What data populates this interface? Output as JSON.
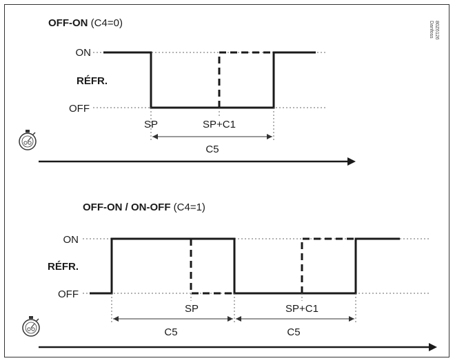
{
  "brand": {
    "name": "Danfoss",
    "code": "80Z6126"
  },
  "panel1": {
    "title_bold": "OFF-ON",
    "title_rest": " (C4=0)",
    "level_on": "ON",
    "level_off": "OFF",
    "signal_label": "RÉFR.",
    "marker_sp": "SP",
    "marker_sp_c1": "SP+C1",
    "interval": "C5"
  },
  "panel2": {
    "title_bold": "OFF-ON / ON-OFF",
    "title_rest": " (C4=1)",
    "level_on": "ON",
    "level_off": "OFF",
    "signal_label": "RÉFR.",
    "marker_sp": "SP",
    "marker_sp_c1": "SP+C1",
    "interval_1": "C5",
    "interval_2": "C5"
  },
  "icons": [
    "stopwatch-icon",
    "time-arrow-icon"
  ],
  "colors": {
    "line": "#1a1a1a",
    "dotted": "#666666"
  }
}
